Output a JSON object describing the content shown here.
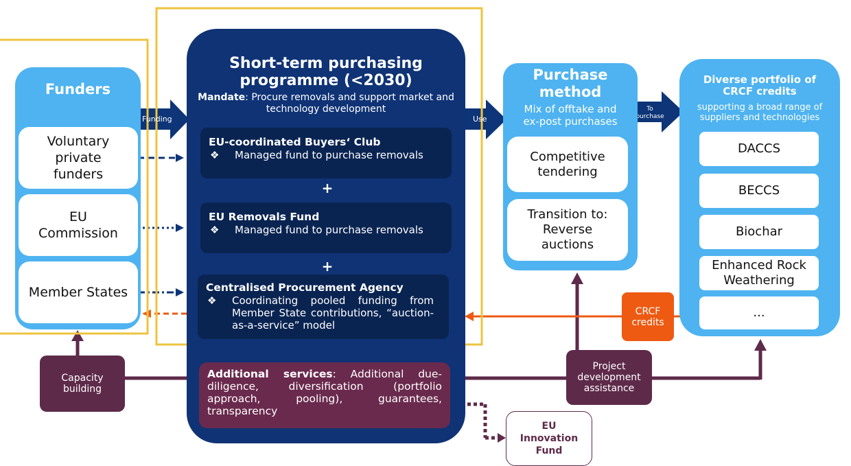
{
  "funders": {
    "title": "Funders",
    "items": [
      {
        "label": "Voluntary private funders"
      },
      {
        "label": "EU Commission"
      },
      {
        "label": "Member States"
      }
    ]
  },
  "programme": {
    "title": "Short-term purchasing programme (<2030)",
    "mandate_label": "Mandate",
    "mandate_text": ": Procure removals and support market and technology development",
    "boxes": [
      {
        "title": "EU-coordinated Buyers‘ Club",
        "bullet": "❖",
        "text": "Managed fund to purchase removals"
      },
      {
        "title": "EU Removals Fund",
        "bullet": "❖",
        "text": "Managed fund to purchase removals"
      },
      {
        "title": "Centralised Procurement Agency",
        "bullet": "❖",
        "text": "Coordinating pooled funding from Member State contributions, “auction-as-a-service” model"
      }
    ],
    "plus": "+"
  },
  "additional_services": {
    "label": "Additional services",
    "text": ": Additional due-diligence, diversification (portfolio approach, pooling), guarantees, transparency"
  },
  "arrows": {
    "funding": "Funding",
    "use": "Use",
    "to_purchase": "To purchase"
  },
  "purchase_method": {
    "title": "Purchase method",
    "subtitle": "Mix of offtake and ex-post purchases",
    "items": [
      {
        "label": "Competitive tendering"
      },
      {
        "label": "Transition to: Reverse auctions"
      }
    ]
  },
  "portfolio": {
    "title": "Diverse portfolio of CRCF credits",
    "subtitle": "supporting a broad range of suppliers and technologies",
    "items": [
      {
        "label": "DACCS"
      },
      {
        "label": "BECCS"
      },
      {
        "label": "Biochar"
      },
      {
        "label": "Enhanced Rock Weathering"
      },
      {
        "label": "..."
      }
    ]
  },
  "crcf_credits": "CRCF credits",
  "capacity_building": "Capacity building",
  "project_development": "Project development assistance",
  "innovation_fund": "EU Innovation Fund",
  "colors": {
    "light_blue": "#4eb3f0",
    "dark_navy": "#0f3375",
    "navy_box": "#0a2452",
    "arrow_navy": "#0d3577",
    "purple": "#5e2a4a",
    "orange": "#ee5a12",
    "gold": "#eec43f"
  }
}
